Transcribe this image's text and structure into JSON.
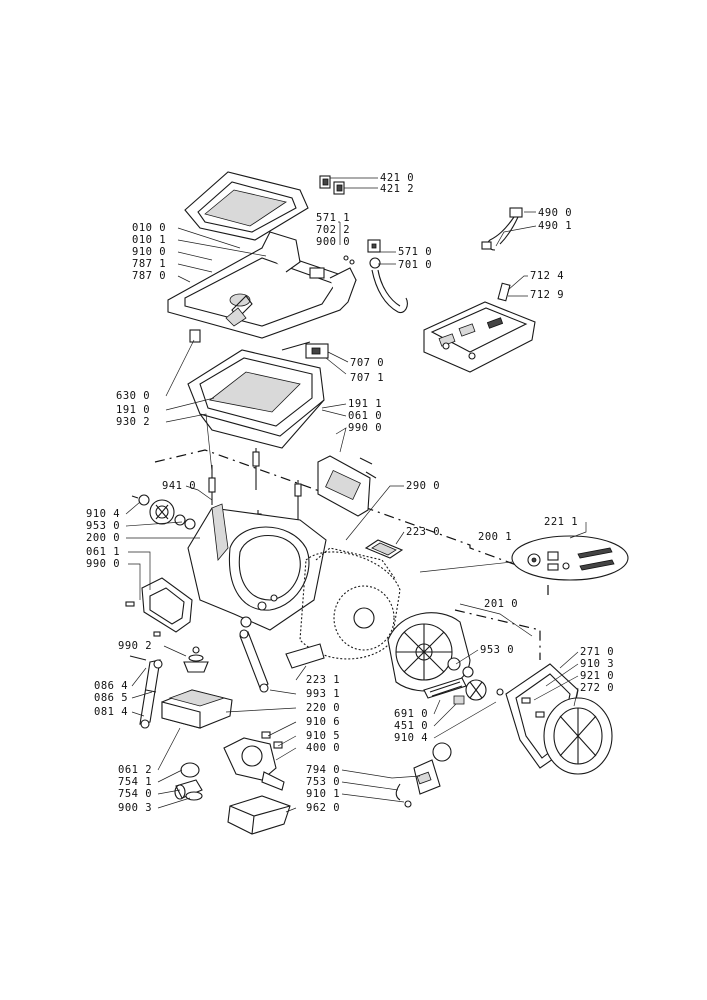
{
  "labels": {
    "p4210": "421 0",
    "p4212": "421 2",
    "p5711a": "571 1",
    "p7022": "702 2",
    "p9000": "900 0",
    "p5710": "571 0",
    "p7010": "701 0",
    "p0100": "010 0",
    "p0101": "010 1",
    "p9100": "910 0",
    "p7871": "787 1",
    "p7870": "787 0",
    "p4900": "490 0",
    "p4901": "490 1",
    "p7124": "712 4",
    "p7129": "712 9",
    "p7070": "707 0",
    "p7071": "707 1",
    "p6300": "630 0",
    "p1910": "191 0",
    "p9302": "930 2",
    "p1911": "191 1",
    "p0610": "061 0",
    "p9900": "990 0",
    "p9410": "941 0",
    "p2900": "290 0",
    "p9104a": "910 4",
    "p9530a": "953 0",
    "p2000": "200 0",
    "p0611": "061 1",
    "p9900b": "990 0",
    "p2230": "223 0",
    "p2001": "200 1",
    "p2211": "221 1",
    "p2010": "201 0",
    "p9902": "990 2",
    "p9530b": "953 0",
    "p2710": "271 0",
    "p9103": "910 3",
    "p9210": "921 0",
    "p2720": "272 0",
    "p0864": "086 4",
    "p0865": "086 5",
    "p0814": "081 4",
    "p2231": "223 1",
    "p9931": "993 1",
    "p2200": "220 0",
    "p6910": "691 0",
    "p4510": "451 0",
    "p9104b": "910 4",
    "p9106": "910 6",
    "p9105": "910 5",
    "p4000": "400 0",
    "p0612": "061 2",
    "p7541": "754 1",
    "p7540": "754 0",
    "p9003": "900 3",
    "p7940": "794 0",
    "p7530": "753 0",
    "p9101": "910 1",
    "p9620": "962 0"
  }
}
